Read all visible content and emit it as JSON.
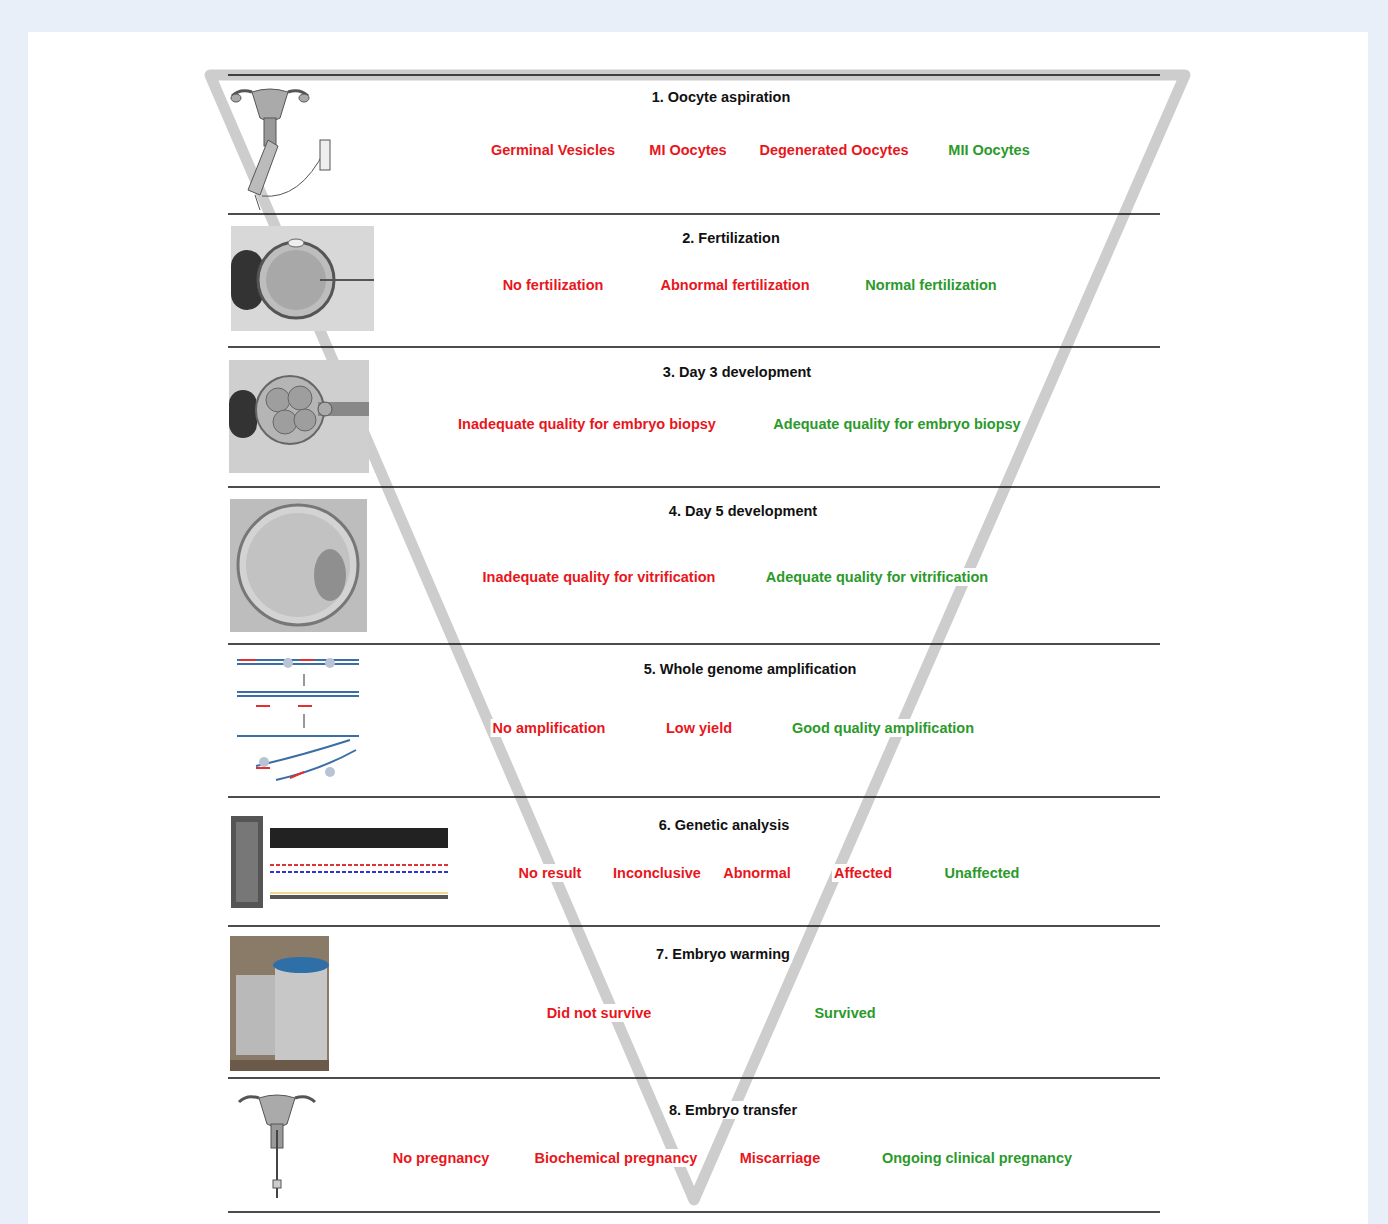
{
  "diagram": {
    "nodes": [
      {
        "text": [
          "1. Oocyte aspiration",
          "Germinal Vesicles",
          "MI Oocytes",
          "Degenerated Oocytes",
          "MII Oocytes"
        ]
      },
      {
        "text": [
          "2. Fertilization",
          "No fertilization",
          "Abnormal fertilization",
          "Normal fertilization"
        ]
      },
      {
        "text": [
          "3. Day 3 development",
          "Inadequate quality for embryo biopsy",
          "Adequate quality for embryo biopsy"
        ]
      },
      {
        "text": [
          "4. Day 5 development",
          "Inadequate quality for vitrification",
          "Adequate quality for vitrification"
        ]
      },
      {
        "text": [
          "5. Whole genome amplification",
          "No amplification",
          "Low yield",
          "Good quality amplification"
        ]
      },
      {
        "text": [
          "6. Genetic analysis",
          "No result",
          "Inconclusive",
          "Abnormal",
          "Affected",
          "Unaffected"
        ]
      },
      {
        "text": [
          "7. Embryo warming",
          "Did not survive",
          "Survived"
        ]
      },
      {
        "text": [
          "8. Embryo transfer",
          "No pregnancy",
          "Biochemical pregnancy",
          "Miscarriage",
          "Ongoing clinical pregnancy"
        ]
      }
    ]
  }
}
